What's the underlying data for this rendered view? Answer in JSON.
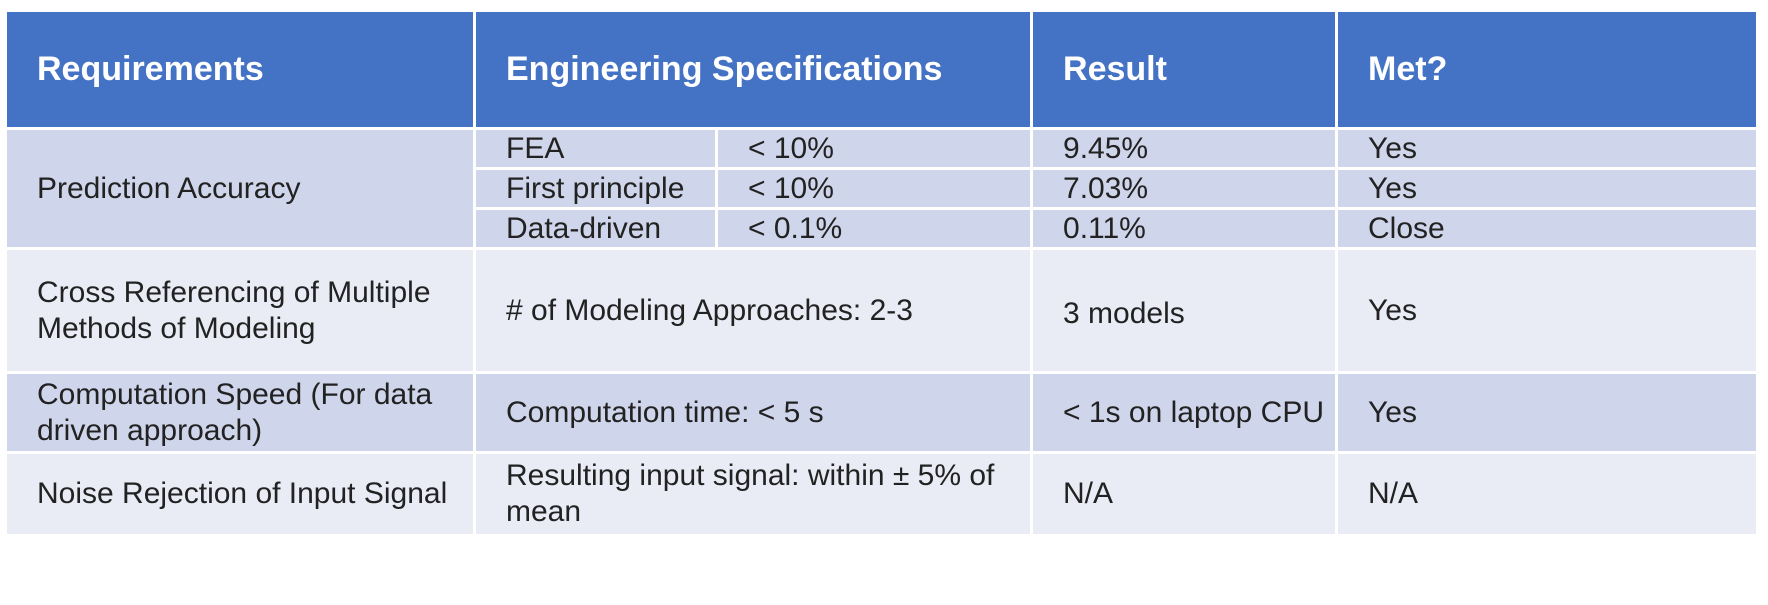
{
  "headers": [
    "Requirements",
    "Engineering Specifications",
    "Result",
    "Met?"
  ],
  "prediction_accuracy": {
    "requirement": "Prediction Accuracy",
    "rows": [
      {
        "method": "FEA",
        "spec": "< 10%",
        "result": "9.45%",
        "met": "Yes"
      },
      {
        "method": "First principle",
        "spec": "< 10%",
        "result": "7.03%",
        "met": "Yes"
      },
      {
        "method": "Data-driven",
        "spec": "< 0.1%",
        "result": "0.11%",
        "met": "Close"
      }
    ]
  },
  "rows": [
    {
      "requirement": "Cross Referencing of Multiple Methods of Modeling",
      "spec": "# of Modeling Approaches: 2-3",
      "result": "3  models",
      "met": "Yes"
    },
    {
      "requirement": "Computation Speed (For data driven approach)",
      "spec": "Computation time: < 5 s",
      "result": "< 1s on laptop CPU",
      "met": "Yes"
    },
    {
      "requirement": "Noise Rejection of Input Signal",
      "spec": "Resulting input signal: within ± 5% of mean",
      "result": "N/A",
      "met": "N/A"
    }
  ],
  "colors": {
    "header": "#4472c4",
    "row_dark": "#cfd5ea",
    "row_light": "#e9ebf5"
  }
}
